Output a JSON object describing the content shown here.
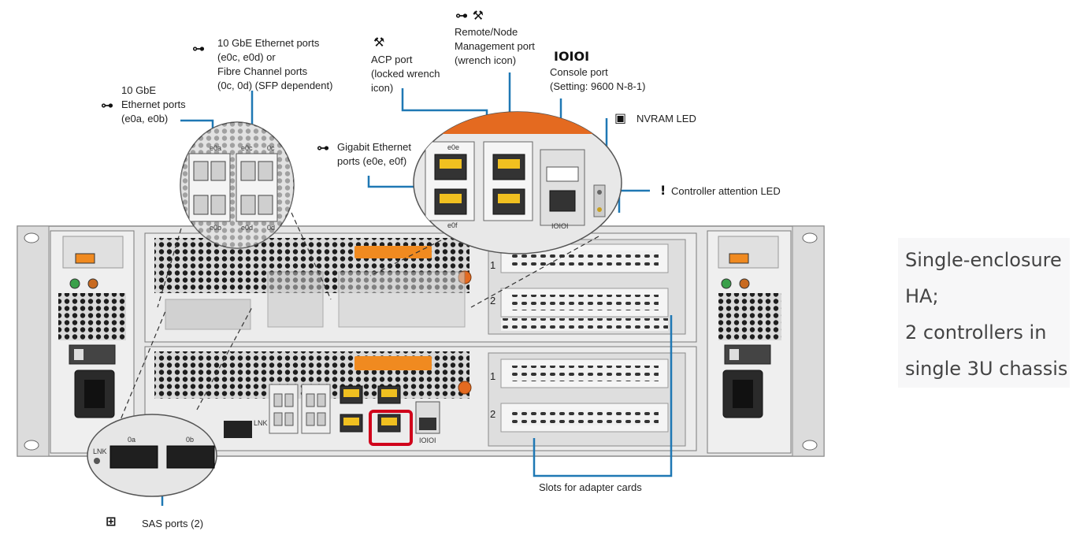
{
  "labels": {
    "ethernet_10gbe": [
      "10 GbE",
      "Ethernet ports",
      "(e0a, e0b)"
    ],
    "ethernet_fc": [
      "10 GbE Ethernet ports",
      "(e0c, e0d) or",
      "Fibre Channel ports",
      "(0c, 0d) (SFP dependent)"
    ],
    "acp": [
      "ACP port",
      "(locked wrench",
      "icon)"
    ],
    "remote_mgmt": [
      "Remote/Node",
      "Management port",
      "(wrench icon)"
    ],
    "console": [
      "Console port",
      "(Setting: 9600 N-8-1)"
    ],
    "console_symbol": "IOIOI",
    "nvram": "NVRAM LED",
    "gigabit": [
      "Gigabit Ethernet",
      "ports (e0e, e0f)"
    ],
    "attention": "Controller attention LED",
    "attention_symbol": "!",
    "slots": "Slots for adapter cards",
    "sas": "SAS ports (2)"
  },
  "port_tags": {
    "e0a": "e0a",
    "e0b": "e0b",
    "e0c": "e0c",
    "e0d": "e0d",
    "c0c": "0c",
    "c0d": "0d",
    "e0e": "e0e",
    "e0f": "e0f",
    "sas_a": "0a",
    "sas_b": "0b",
    "lnk": "LNK",
    "ioioi": "IOIOI",
    "slot1": "1",
    "slot2": "2",
    "slot1b": "1",
    "slot2b": "2"
  },
  "note": [
    "Single-enclosure",
    "HA;",
    "2 controllers in",
    "single 3U chassis"
  ],
  "colors": {
    "leader": "#1f78b4",
    "highlight": "#d0021b",
    "port_bezel": "#f0a020",
    "chassis": "#e4e4e4",
    "mesh": "#222222"
  },
  "icons": {
    "ethernet": "network-icon",
    "acp": "locked-wrench-icon",
    "remote": "wrench-icon",
    "nvram": "chip-icon",
    "sas": "sas-icon"
  }
}
